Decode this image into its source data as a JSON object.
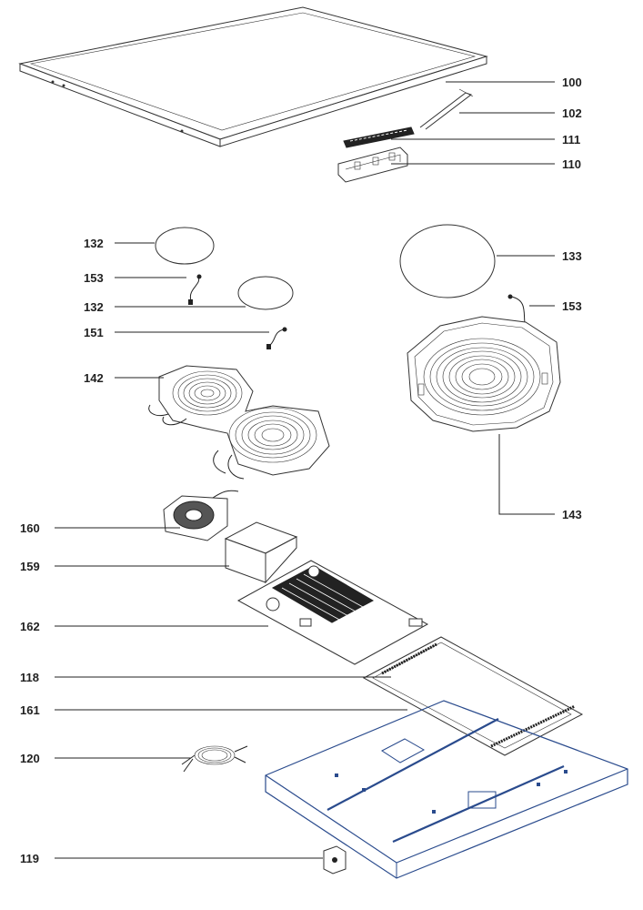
{
  "callouts": [
    {
      "id": "c100",
      "label": "100"
    },
    {
      "id": "c102",
      "label": "102"
    },
    {
      "id": "c111",
      "label": "111"
    },
    {
      "id": "c110",
      "label": "110"
    },
    {
      "id": "c132a",
      "label": "132"
    },
    {
      "id": "c133",
      "label": "133"
    },
    {
      "id": "c153a",
      "label": "153"
    },
    {
      "id": "c132b",
      "label": "132"
    },
    {
      "id": "c153b",
      "label": "153"
    },
    {
      "id": "c151",
      "label": "151"
    },
    {
      "id": "c142",
      "label": "142"
    },
    {
      "id": "c143",
      "label": "143"
    },
    {
      "id": "c160",
      "label": "160"
    },
    {
      "id": "c159",
      "label": "159"
    },
    {
      "id": "c162",
      "label": "162"
    },
    {
      "id": "c118",
      "label": "118"
    },
    {
      "id": "c161",
      "label": "161"
    },
    {
      "id": "c120",
      "label": "120"
    },
    {
      "id": "c119",
      "label": "119"
    }
  ],
  "colors": {
    "line": "#222222",
    "housing": "#2a4b8d"
  }
}
